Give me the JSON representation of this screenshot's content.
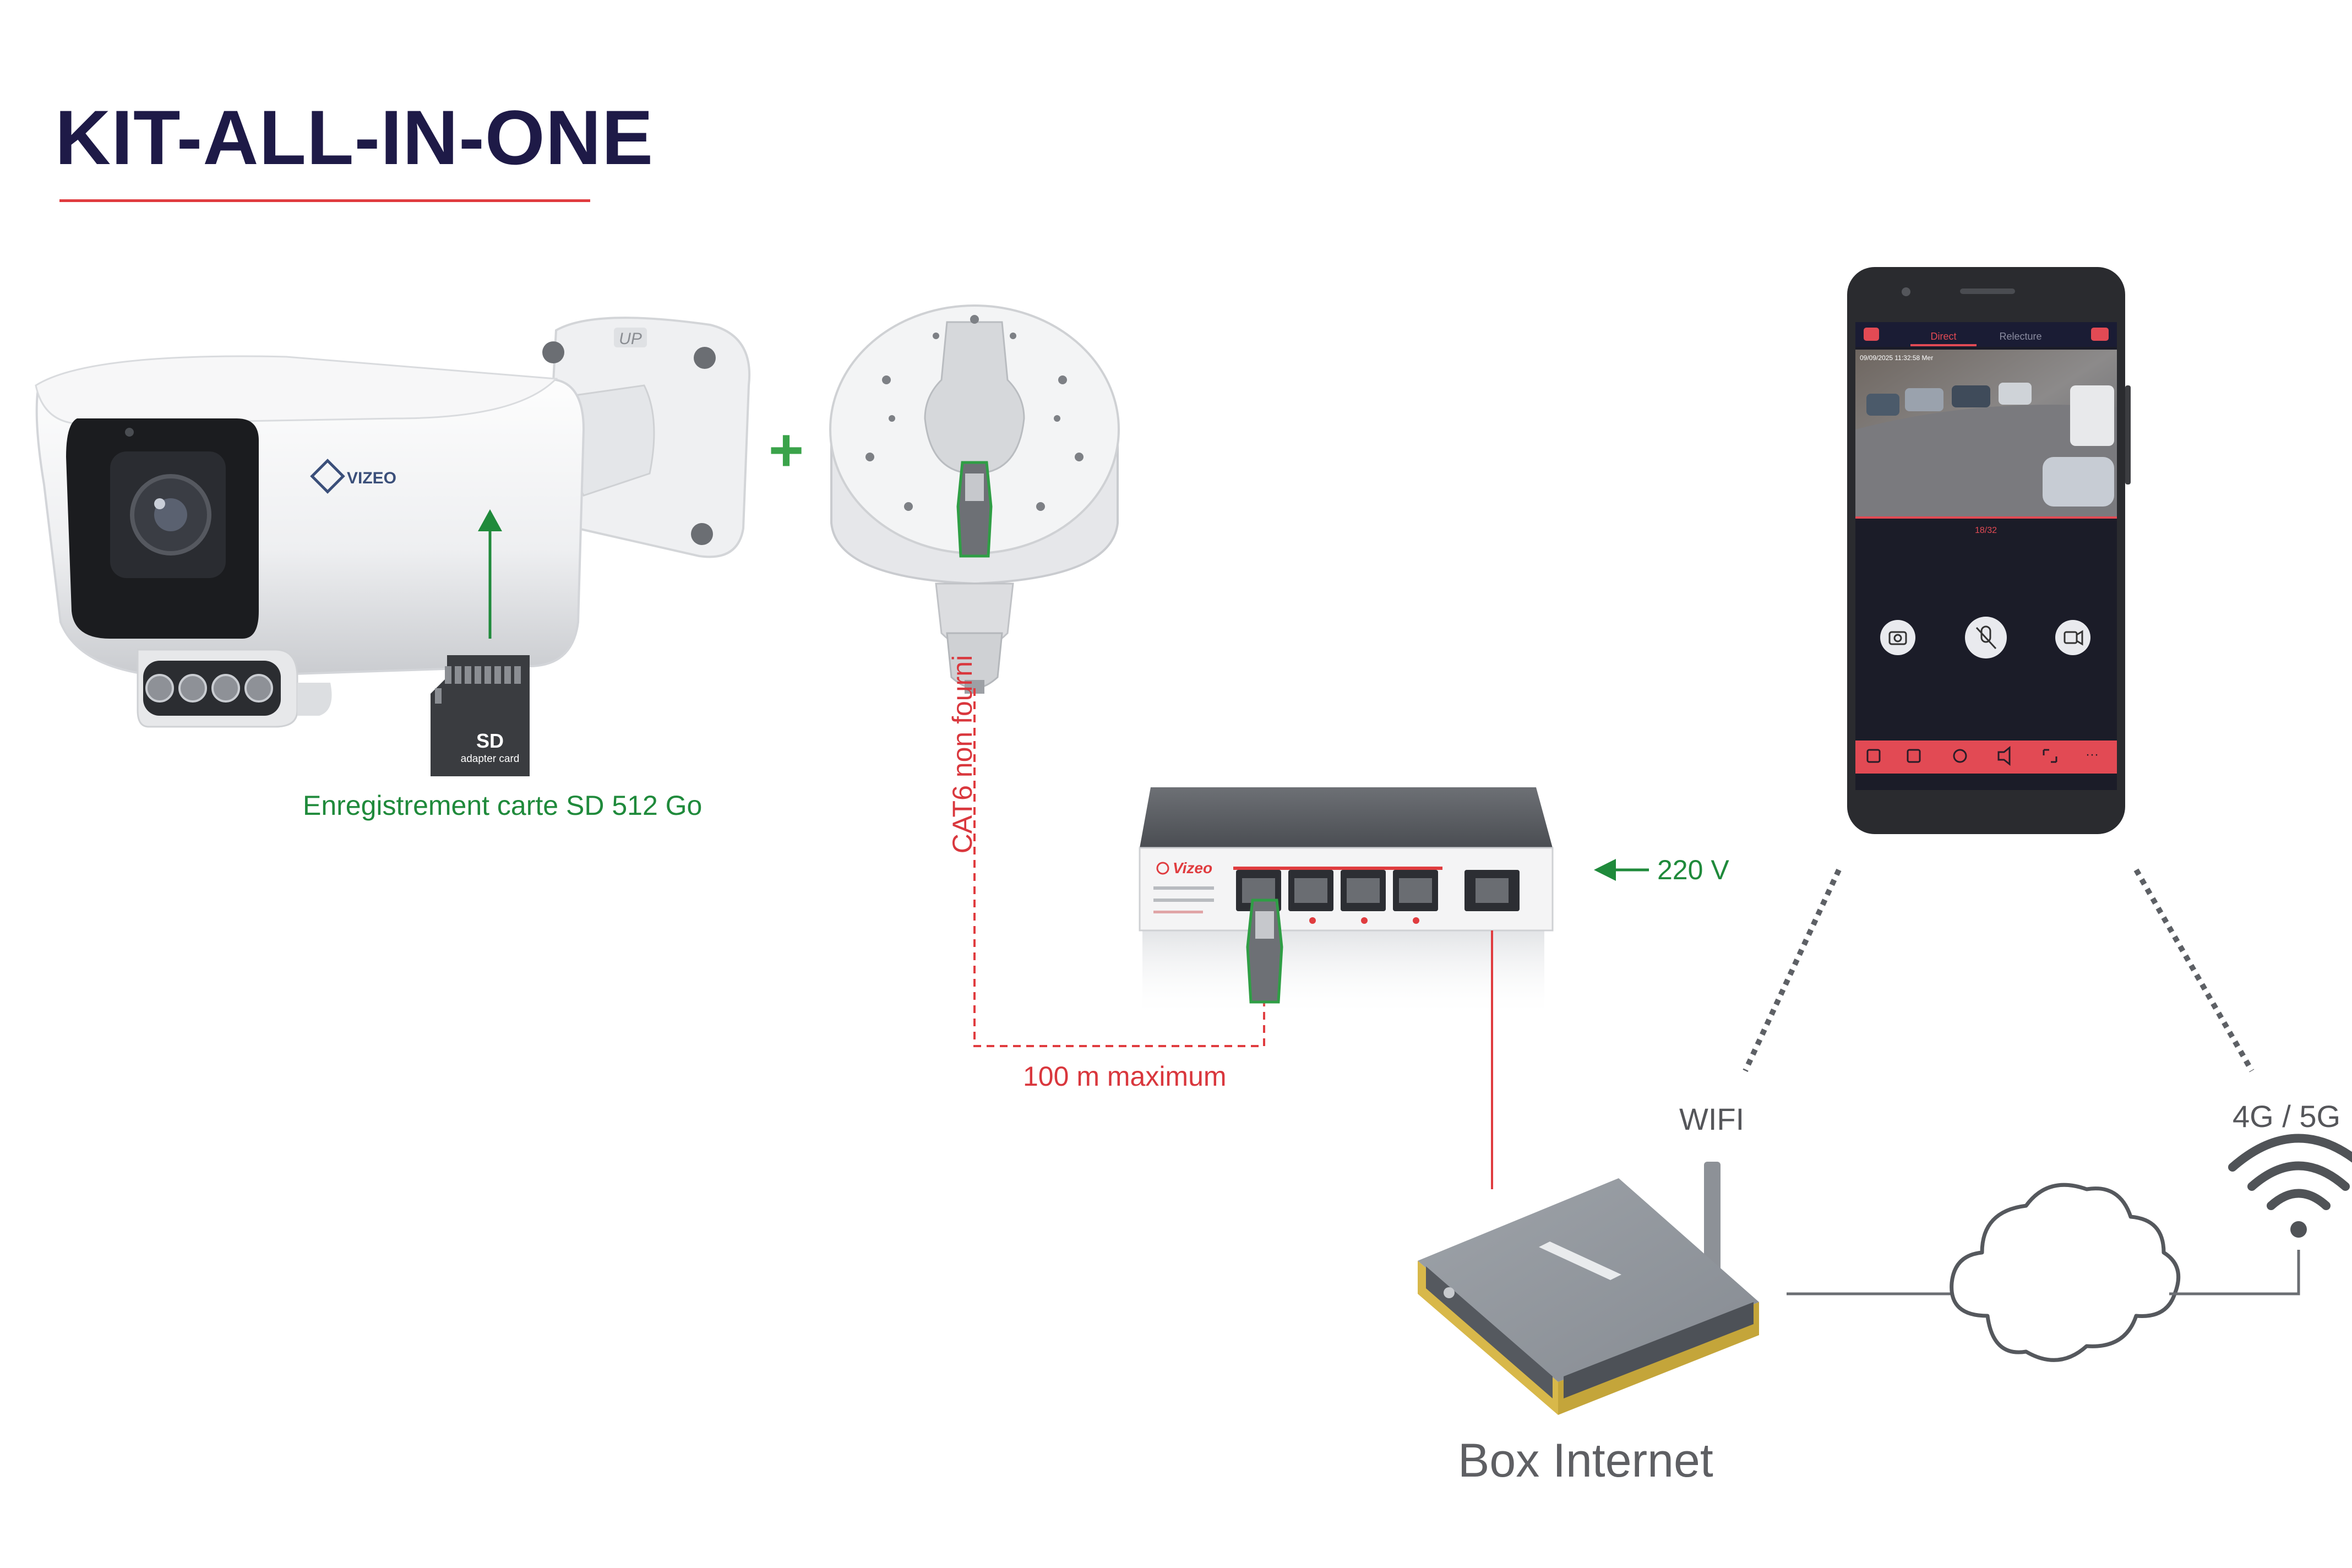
{
  "title": "KIT-ALL-IN-ONE",
  "labels": {
    "sd_recording": "Enregistrement carte SD 512 Go",
    "cable_type": "CAT6 non fourni",
    "cable_length": "100 m maximum",
    "power": "220 V",
    "wifi": "WIFI",
    "mobile": "4G / 5G",
    "box": "Box Internet",
    "plus": "+"
  },
  "camera": {
    "brand": "VIZEO",
    "mount_tag": "UP"
  },
  "sd_card": {
    "line1": "SD",
    "line2": "adapter card"
  },
  "switch": {
    "brand": "Vizeo"
  },
  "phone": {
    "tabs": [
      "Direct",
      "Relecture"
    ],
    "timestamp": "09/09/2025 11:32:58 Mer",
    "counter": "18/32"
  },
  "colors": {
    "title": "#1e1a47",
    "accent_red": "#e03c3f",
    "green": "#1f8a3b",
    "gray_text": "#55565a"
  }
}
